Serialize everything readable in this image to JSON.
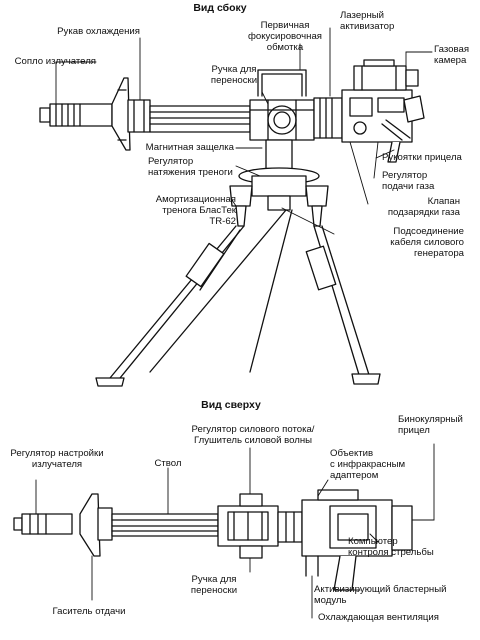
{
  "side_view": {
    "title": "Вид сбоку",
    "labels": {
      "cooling_sleeve": "Рукав охлаждения",
      "emitter_nozzle": "Сопло излучателя",
      "primary_coil": [
        "Первичная",
        "фокусировочная",
        "обмотка"
      ],
      "laser_activator": [
        "Лазерный",
        "активизатор"
      ],
      "gas_chamber": [
        "Газовая",
        "камера"
      ],
      "carry_handle": [
        "Ручка для",
        "переноски"
      ],
      "magnetic_latch": "Магнитная защелка",
      "tension_regulator": [
        "Регулятор",
        "натяжения треноги"
      ],
      "sight_handles": "Рукоятки прицела",
      "gas_regulator": [
        "Регулятор",
        "подачи газа"
      ],
      "tripod": [
        "Амортизационная",
        "тренога БласТек",
        "TR-62"
      ],
      "gas_valve": [
        "Клапан",
        "подзарядки газа"
      ],
      "power_connector": [
        "Подсоединение",
        "кабеля силового",
        "генератора"
      ]
    }
  },
  "top_view": {
    "title": "Вид сверху",
    "labels": {
      "binocular_sight": [
        "Бинокулярный",
        "прицел"
      ],
      "power_regulator": [
        "Регулятор силового потока/",
        "Глушитель силовой волны"
      ],
      "ir_lens": [
        "Объектив",
        "с инфракрасным",
        "адаптером"
      ],
      "emitter_tuning": [
        "Регулятор настройки",
        "излучателя"
      ],
      "barrel": "Ствол",
      "computer": [
        "Компьютер",
        "контроля стрельбы"
      ],
      "carry_handle": [
        "Ручка для",
        "переноски"
      ],
      "activation_module": [
        "Активизирующий бластерный",
        "модуль"
      ],
      "recoil_damper": "Гаситель отдачи",
      "cooling_vent": "Охлаждающая вентиляция"
    }
  }
}
